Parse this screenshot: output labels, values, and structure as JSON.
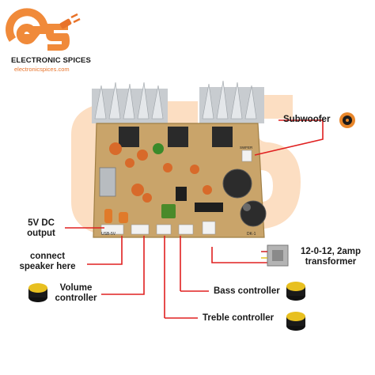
{
  "brand": {
    "name": "ELECTRONIC SPICES",
    "url": "electronicspices.com",
    "accent_color": "#f08a3a",
    "plug_color": "#e8732a"
  },
  "board": {
    "connector_labels": {
      "usb": "USB-5V",
      "dk": "DK-1",
      "sw": "SWFER"
    }
  },
  "callouts": {
    "subwoofer": "Subwoofer",
    "dc_output_line1": "5V DC",
    "dc_output_line2": "output",
    "speaker_line1": "connect",
    "speaker_line2": "speaker here",
    "volume_line1": "Volume",
    "volume_line2": "controller",
    "transformer_line1": "12-0-12, 2amp",
    "transformer_line2": "transformer",
    "bass": "Bass controller",
    "treble": "Treble controller"
  },
  "colors": {
    "callout_line": "#e02020",
    "pcb": "#c9a46a",
    "heatsink": "#cfd3d6",
    "capacitor_orange": "#d86a2a"
  },
  "icons": [
    "speaker-icon",
    "transformer-icon",
    "knob-icon"
  ]
}
